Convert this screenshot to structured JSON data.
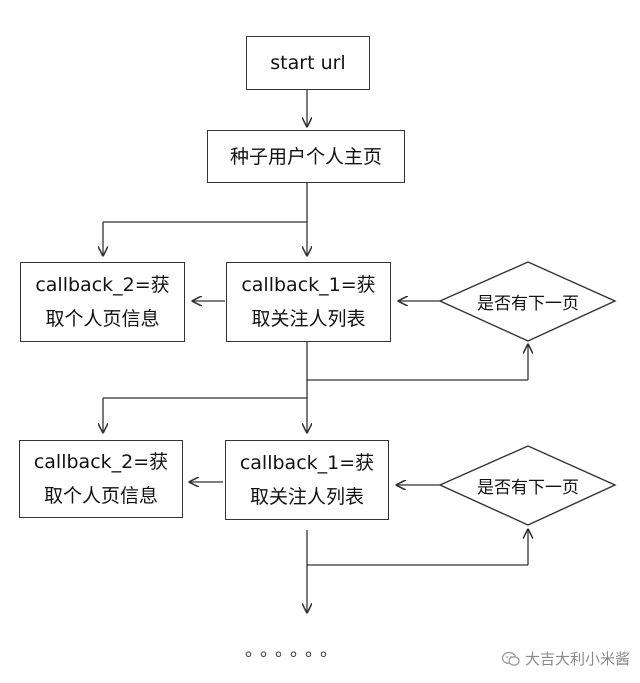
{
  "nodes": {
    "start": "start url",
    "seed": "种子用户个人主页",
    "callback1_a": "callback_1=获\n取关注人列表",
    "callback2_a": "callback_2=获\n取个人页信息",
    "next_a": "是否有下一页",
    "callback1_b": "callback_1=获\n取关注人列表",
    "callback2_b": "callback_2=获\n取个人页信息",
    "next_b": "是否有下一页"
  },
  "continuation": "。。。。。。",
  "watermark": "大吉大利小米酱",
  "colors": {
    "line": "#333333",
    "watermark": "#8a8a8a"
  }
}
